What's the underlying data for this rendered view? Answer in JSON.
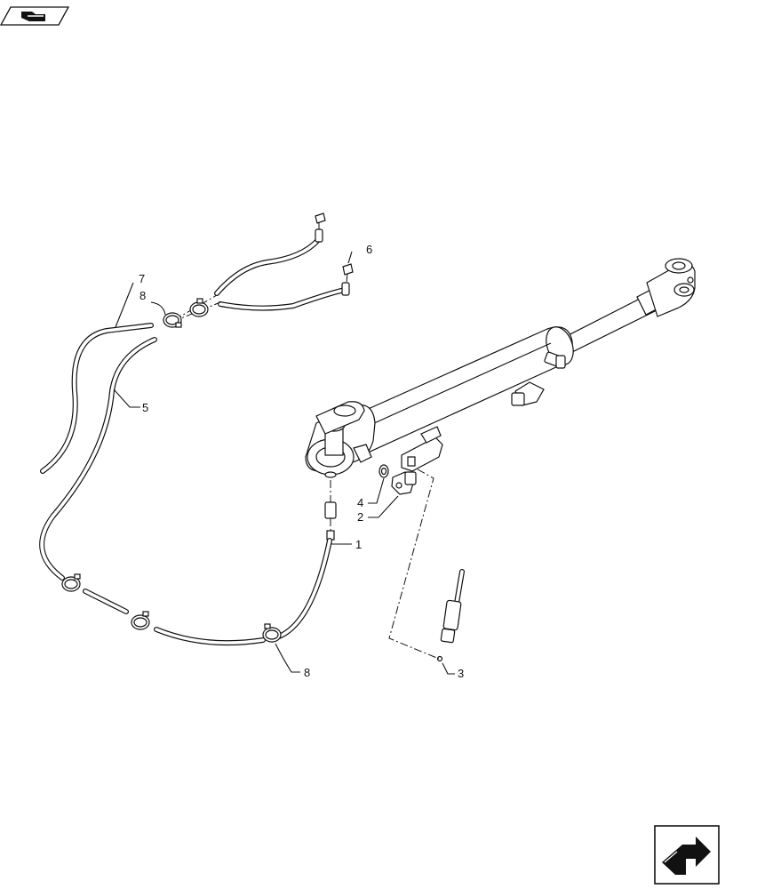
{
  "callouts": {
    "c1": "1",
    "c2": "2",
    "c3": "3",
    "c4": "4",
    "c5": "5",
    "c6": "6",
    "c7": "7",
    "c8_top": "8",
    "c8_bottom": "8"
  },
  "icons": {
    "top_left": "hand-pointing-book-icon",
    "bottom_right": "next-page-arrow-icon"
  }
}
